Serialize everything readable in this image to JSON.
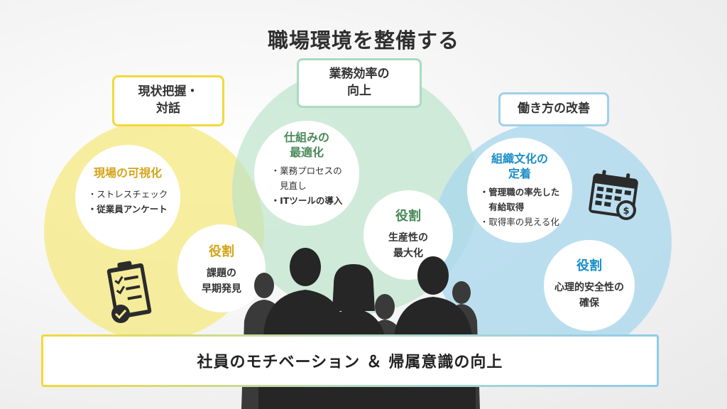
{
  "title": "職場環境を整備する",
  "headers": {
    "left": [
      "現状把握・",
      "対話"
    ],
    "middle": [
      "業務効率の",
      "向上"
    ],
    "right": "働き方の改善"
  },
  "left": {
    "card_title": "現場の可視化",
    "items": [
      "・ストレスチェック",
      "・従業員アンケート"
    ],
    "role_title": "役割",
    "role_text": [
      "課題の",
      "早期発見"
    ]
  },
  "middle": {
    "card_title": [
      "仕組みの",
      "最適化"
    ],
    "items": [
      "・業務プロセスの",
      "　見直し",
      "・ITツールの導入"
    ],
    "role_title": "役割",
    "role_text": [
      "生産性の",
      "最大化"
    ]
  },
  "right": {
    "card_title": [
      "組織文化の",
      "定着"
    ],
    "items": [
      "・管理職の率先した",
      "　有給取得",
      "・取得率の見える化"
    ],
    "role_title": "役割",
    "role_text": [
      "心理的安全性の",
      "確保"
    ]
  },
  "banner": "社員のモチベーション ＆ 帰属意識の向上",
  "icons": {
    "left": "clipboard-checklist-icon",
    "right": "calendar-money-icon"
  },
  "colors": {
    "yellow": "#f2d93a",
    "green": "#a9dcc0",
    "blue": "#9fd1ea",
    "gold_text": "#d4a418",
    "green_text": "#4a8a5a",
    "blue_text": "#1a8fc8"
  }
}
